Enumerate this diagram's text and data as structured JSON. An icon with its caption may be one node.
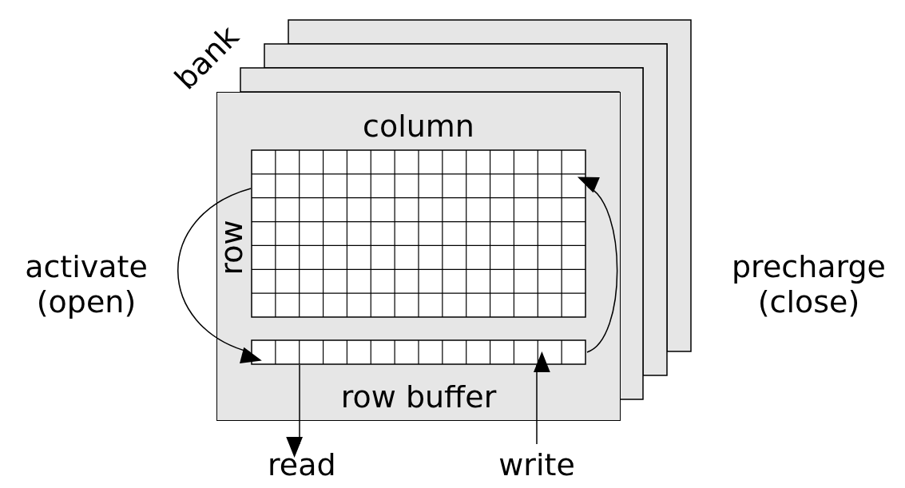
{
  "diagram": {
    "nodes": [
      {
        "text": [],
        "shape": "box"
      },
      {
        "text": [],
        "shape": "box"
      },
      {
        "text": [],
        "shape": "box"
      },
      {
        "text": [
          "bank"
        ]
      },
      {
        "text": [],
        "shape": "grid",
        "beside": [
          "column",
          "row"
        ],
        "in": 3
      },
      {
        "text": [],
        "shape": "bar",
        "in": 3
      },
      {
        "text": [
          "read"
        ]
      },
      {
        "text": [
          "write"
        ]
      }
    ],
    "edges": [
      {
        "from": 4,
        "to": 5,
        "arrow": "to",
        "label": "activate (open)"
      },
      {
        "from": 5,
        "to": 4,
        "arrow": "to",
        "label": "precharge (close)"
      },
      {
        "from": 5,
        "to": 6,
        "arrow": "to"
      },
      {
        "from": 7,
        "to": 5,
        "arrow": "to"
      }
    ],
    "labels": [
      "row buffer"
    ]
  }
}
